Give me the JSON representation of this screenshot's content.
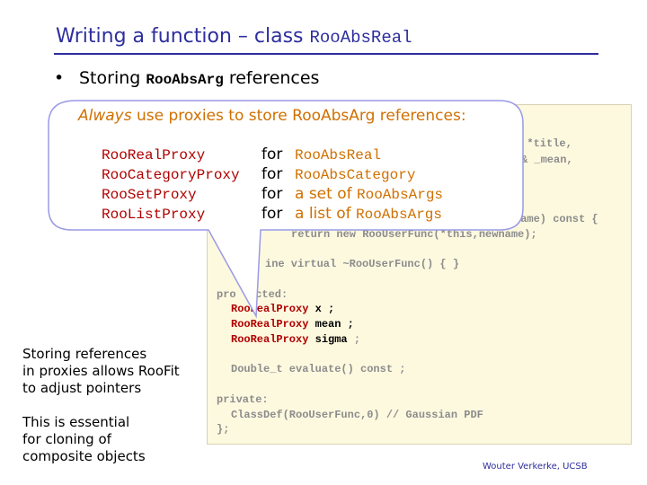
{
  "title": {
    "text": "Writing a function – class ",
    "class_name": "RooAbsReal"
  },
  "bullet": {
    "text_before": "Storing ",
    "code": "RooAbsArg",
    "text_after": " references"
  },
  "callout": {
    "head_emphasis": "Always",
    "head_rest": " use proxies to store RooAbsArg references:",
    "rows": [
      {
        "proxy": "RooRealProxy",
        "for": "for",
        "desc_prefix": "",
        "desc_code": "RooAbsReal"
      },
      {
        "proxy": "RooCategoryProxy",
        "for": "for",
        "desc_prefix": "",
        "desc_code": "RooAbsCategory"
      },
      {
        "proxy": "RooSetProxy",
        "for": "for",
        "desc_prefix": "a set of ",
        "desc_code": "RooAbsArgs"
      },
      {
        "proxy": "RooListProxy",
        "for": "for",
        "desc_prefix": "a list of ",
        "desc_code": "RooAbsArgs"
      }
    ]
  },
  "code": {
    "line_title": "r *title,",
    "line_mean": "& _mean,",
    "line_clone_name": "name) const {",
    "line_return": "return new RooUserFunc(*this,newname);",
    "line_dtor_a": "ine virtual ~RooUserFunc() { }",
    "line_protected": "pro   cted:",
    "members": [
      {
        "type": "RooRealProxy",
        "name": "x ;"
      },
      {
        "type": "RooRealProxy",
        "name": "mean ;"
      },
      {
        "type": "RooRealProxy",
        "name": "sigma",
        "tail": " ;"
      }
    ],
    "line_evaluate": "Double_t evaluate() const ;",
    "line_private": "private:",
    "line_classdef": "ClassDef(RooUserFunc,0) // Gaussian PDF",
    "line_end": "};"
  },
  "side_notes": {
    "note1": [
      "Storing references",
      "in proxies allows RooFit",
      "to adjust pointers"
    ],
    "note2": [
      "This is essential",
      "for cloning of",
      "composite objects"
    ]
  },
  "footer": "Wouter Verkerke, UCSB"
}
